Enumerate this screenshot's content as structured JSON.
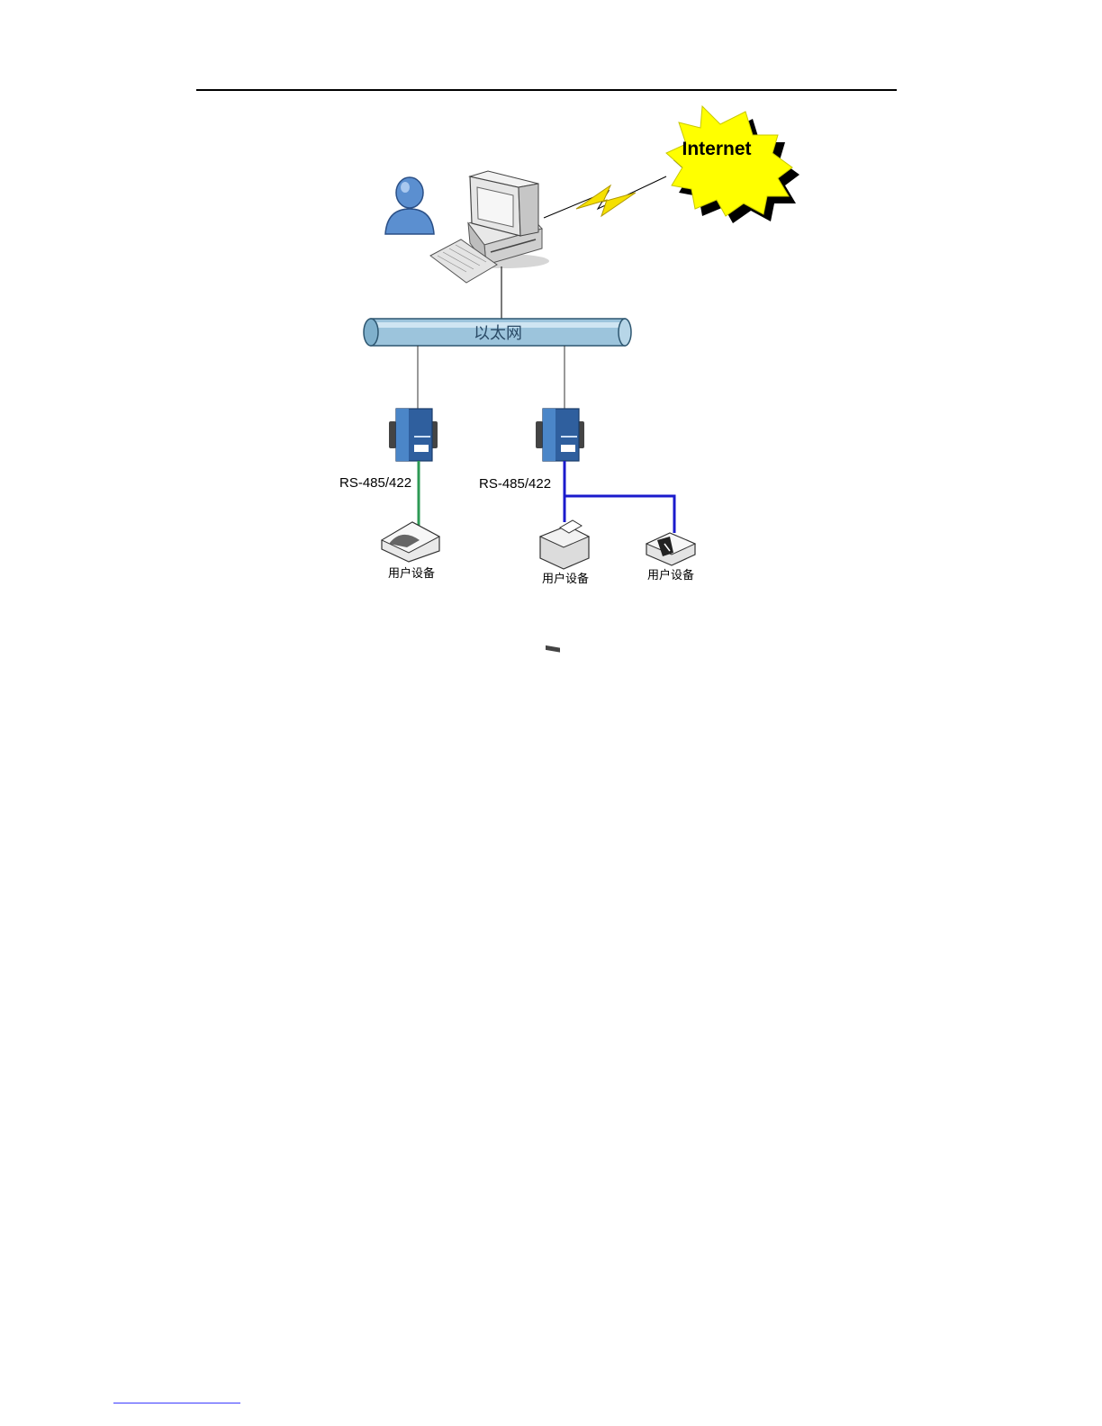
{
  "diagram": {
    "internet_label": "Internet",
    "ethernet_label": "以太网",
    "left_port_label": "RS-485/422",
    "right_port_label": "RS-485/422",
    "devices": [
      {
        "label": "用户设备"
      },
      {
        "label": "用户设备"
      },
      {
        "label": "用户设备"
      }
    ],
    "colors": {
      "burst_fill": "#ffff00",
      "bus_fill": "#9cc4dc",
      "green_link": "#2e9a55",
      "blue_link": "#1a1acc",
      "lightning": "#f5e000",
      "server_blue": "#2f5f9e"
    }
  }
}
